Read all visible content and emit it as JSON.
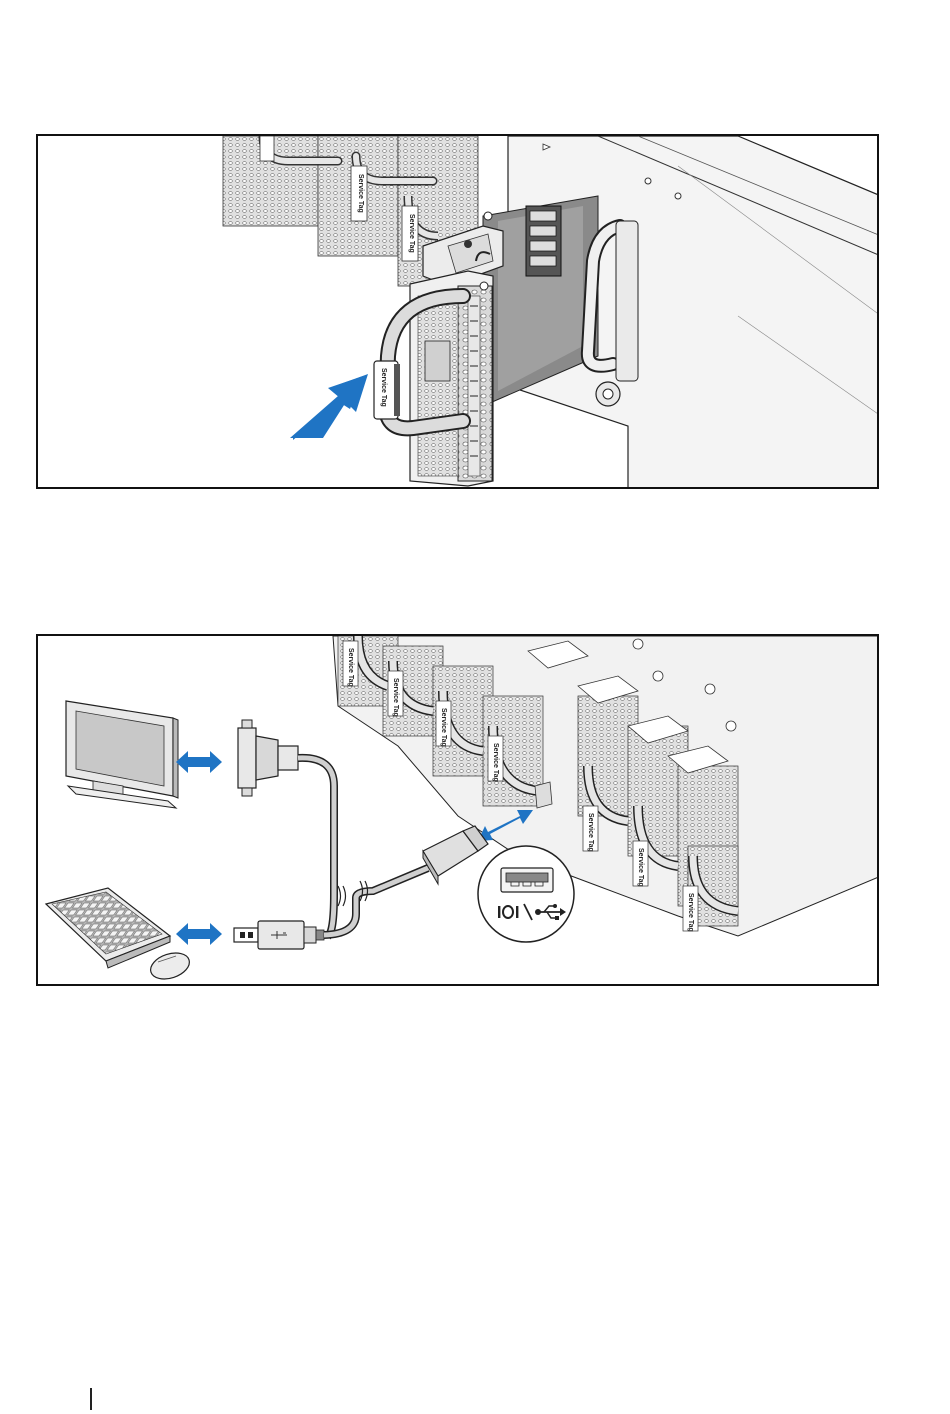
{
  "figures": [
    {
      "id": "install-sled",
      "handle_tag_label": "Service Tag",
      "arrow_color": "#1f74c4"
    },
    {
      "id": "connect-peripherals",
      "tag_label": "Service Tag",
      "arrow_color": "#1f74c4",
      "inset_icons": [
        "serial-ioi-icon",
        "usb-trident-icon"
      ]
    }
  ],
  "colors": {
    "line": "#222222",
    "metal_light": "#e6e6e6",
    "metal_mid": "#c9c9c9",
    "metal_dark": "#8f8f8f",
    "blue_arrow": "#1f74c4"
  }
}
